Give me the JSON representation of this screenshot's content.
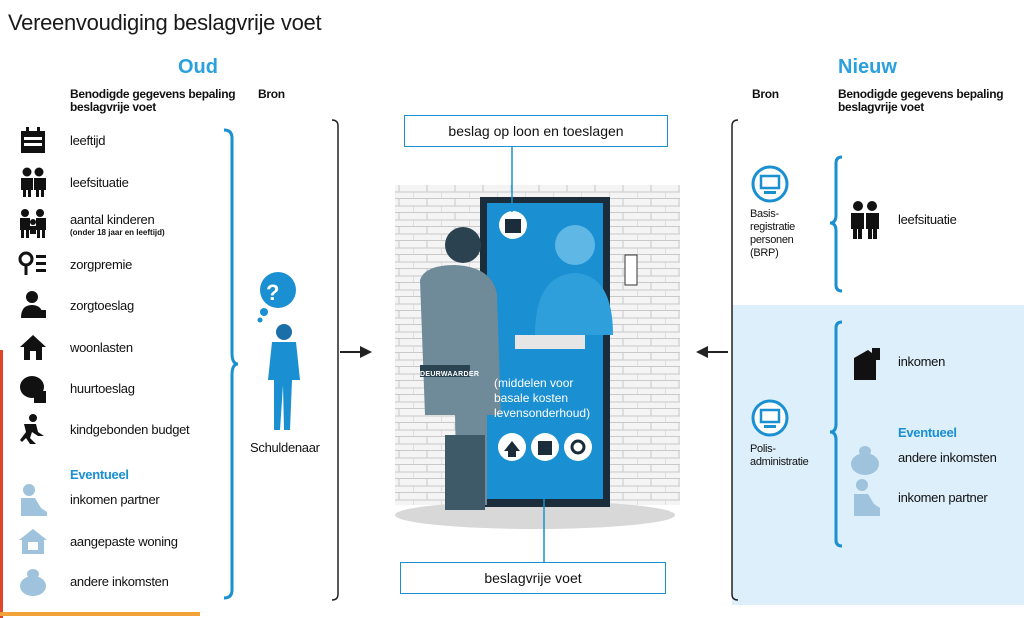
{
  "title": "Vereenvoudiging beslagvrije voet",
  "old": {
    "heading": "Oud",
    "needed_header": "Benodigde gegevens bepaling beslagvrije voet",
    "source_header": "Bron",
    "items": [
      {
        "label": "leeftijd",
        "icon": "calendar-icon"
      },
      {
        "label": "leefsituatie",
        "icon": "couple-icon"
      },
      {
        "label": "aantal kinderen",
        "sub": "(onder 18 jaar en leeftijd)",
        "icon": "family-icon"
      },
      {
        "label": "zorgpremie",
        "icon": "stethoscope-icon"
      },
      {
        "label": "zorgtoeslag",
        "icon": "doctor-icon"
      },
      {
        "label": "woonlasten",
        "icon": "house-icon"
      },
      {
        "label": "huurtoeslag",
        "icon": "rent-house-icon"
      },
      {
        "label": "kindgebonden budget",
        "icon": "child-running-icon"
      }
    ],
    "optional_label": "Eventueel",
    "optional_items": [
      {
        "label": "inkomen partner",
        "icon": "partner-icon"
      },
      {
        "label": "aangepaste woning",
        "icon": "adapted-house-icon"
      },
      {
        "label": "andere inkomsten",
        "icon": "money-bag-icon"
      }
    ],
    "source_person_label": "Schuldenaar",
    "question_mark": "?"
  },
  "new": {
    "heading": "Nieuw",
    "needed_header": "Benodigde gegevens bepaling beslagvrije voet",
    "source_header": "Bron",
    "sources": [
      {
        "label": "Basis-\nregistratie\npersonen\n(BRP)",
        "icon": "computer-icon"
      },
      {
        "label": "Polis-\nadministratie",
        "icon": "computer-icon"
      }
    ],
    "brp_items": [
      {
        "label": "leefsituatie",
        "icon": "couple-icon"
      }
    ],
    "polis_items": [
      {
        "label": "inkomen",
        "icon": "income-icon"
      }
    ],
    "optional_label": "Eventueel",
    "polis_optional_items": [
      {
        "label": "andere inkomsten",
        "icon": "money-bag-icon"
      },
      {
        "label": "inkomen partner",
        "icon": "partner-icon"
      }
    ]
  },
  "center": {
    "top_box": "beslag op loon en toeslagen",
    "bottom_box": "beslagvrije voet",
    "door_text": "(middelen voor\nbasale kosten\nlevensonderhoud)",
    "bailiff_label": "DEURWAARDER"
  },
  "colors": {
    "accent": "#1a8fd1",
    "light_panel": "#dcefFb",
    "door": "#1a8fd1"
  }
}
